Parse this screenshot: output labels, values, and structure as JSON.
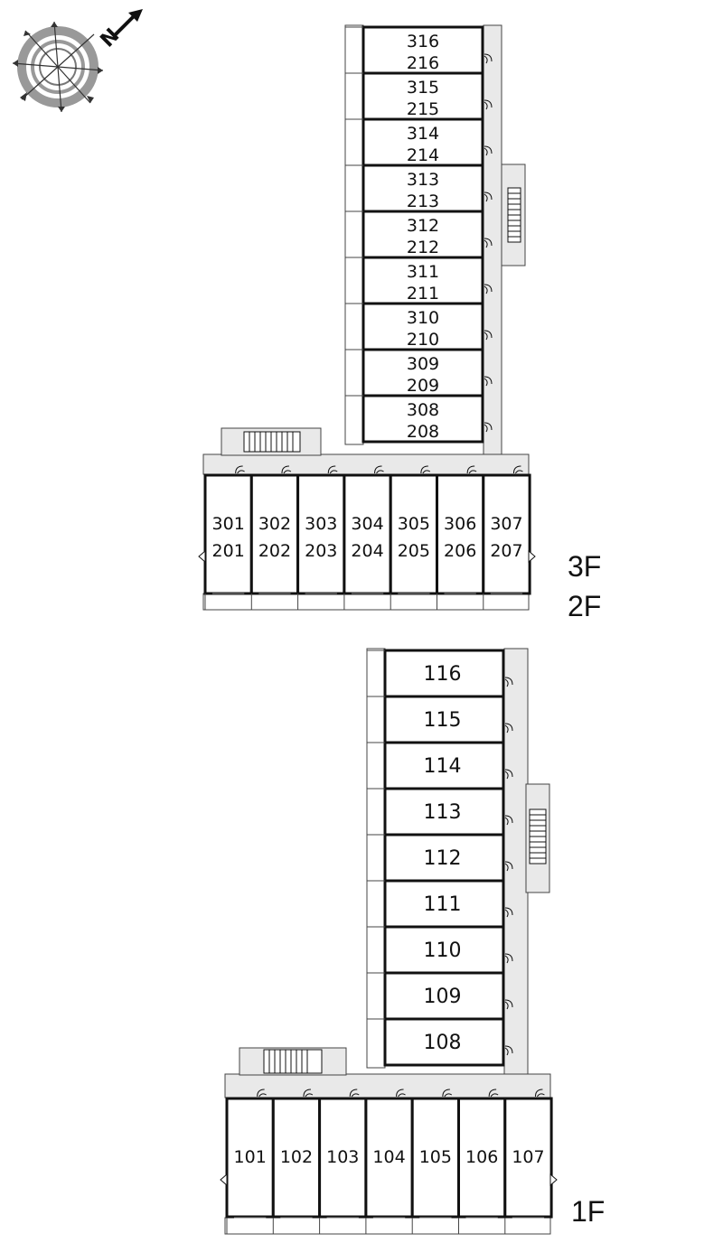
{
  "compass": {
    "north_label": "N",
    "icon": "compass-icon"
  },
  "upper_floors": {
    "floor_labels": [
      "3F",
      "2F"
    ],
    "vertical_units": [
      [
        "316",
        "216"
      ],
      [
        "315",
        "215"
      ],
      [
        "314",
        "214"
      ],
      [
        "313",
        "213"
      ],
      [
        "312",
        "212"
      ],
      [
        "311",
        "211"
      ],
      [
        "310",
        "210"
      ],
      [
        "309",
        "209"
      ],
      [
        "308",
        "208"
      ]
    ],
    "horizontal_units": [
      [
        "301",
        "201"
      ],
      [
        "302",
        "202"
      ],
      [
        "303",
        "203"
      ],
      [
        "304",
        "204"
      ],
      [
        "305",
        "205"
      ],
      [
        "306",
        "206"
      ],
      [
        "307",
        "207"
      ]
    ]
  },
  "ground_floor": {
    "floor_label": "1F",
    "vertical_units": [
      "116",
      "115",
      "114",
      "113",
      "112",
      "111",
      "110",
      "109",
      "108"
    ],
    "horizontal_units": [
      "101",
      "102",
      "103",
      "104",
      "105",
      "106",
      "107"
    ]
  },
  "colors": {
    "corridor": "#e9e9e9",
    "wall": "#111111",
    "stair": "#e9e9e9"
  }
}
